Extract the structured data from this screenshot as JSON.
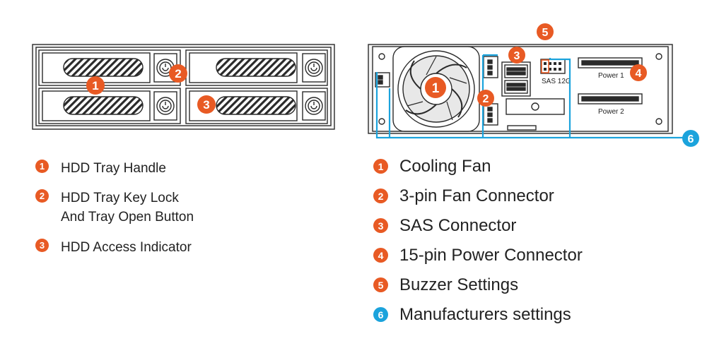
{
  "colors": {
    "callout_orange": "#e85a24",
    "callout_blue": "#1ba3dc",
    "line_art": "#2a2a2a",
    "leader_blue": "#1ba3dc"
  },
  "rear_panel": {
    "connector_label": "SAS 12G",
    "power1_label": "Power 1",
    "power2_label": "Power 2"
  },
  "callouts": {
    "front": [
      "1",
      "2",
      "3"
    ],
    "rear": [
      "1",
      "2",
      "3",
      "4",
      "5",
      "6"
    ]
  },
  "front_legend": [
    {
      "number": "1",
      "lines": [
        "HDD Tray Handle"
      ]
    },
    {
      "number": "2",
      "lines": [
        "HDD Tray Key Lock",
        "And Tray Open Button"
      ]
    },
    {
      "number": "3",
      "lines": [
        "HDD Access Indicator"
      ]
    }
  ],
  "rear_legend": [
    {
      "number": "1",
      "label": "Cooling Fan"
    },
    {
      "number": "2",
      "label": "3-pin Fan Connector"
    },
    {
      "number": "3",
      "label": "SAS Connector"
    },
    {
      "number": "4",
      "label": "15-pin Power Connector"
    },
    {
      "number": "5",
      "label": "Buzzer Settings"
    },
    {
      "number": "6",
      "label": "Manufacturers settings"
    }
  ]
}
